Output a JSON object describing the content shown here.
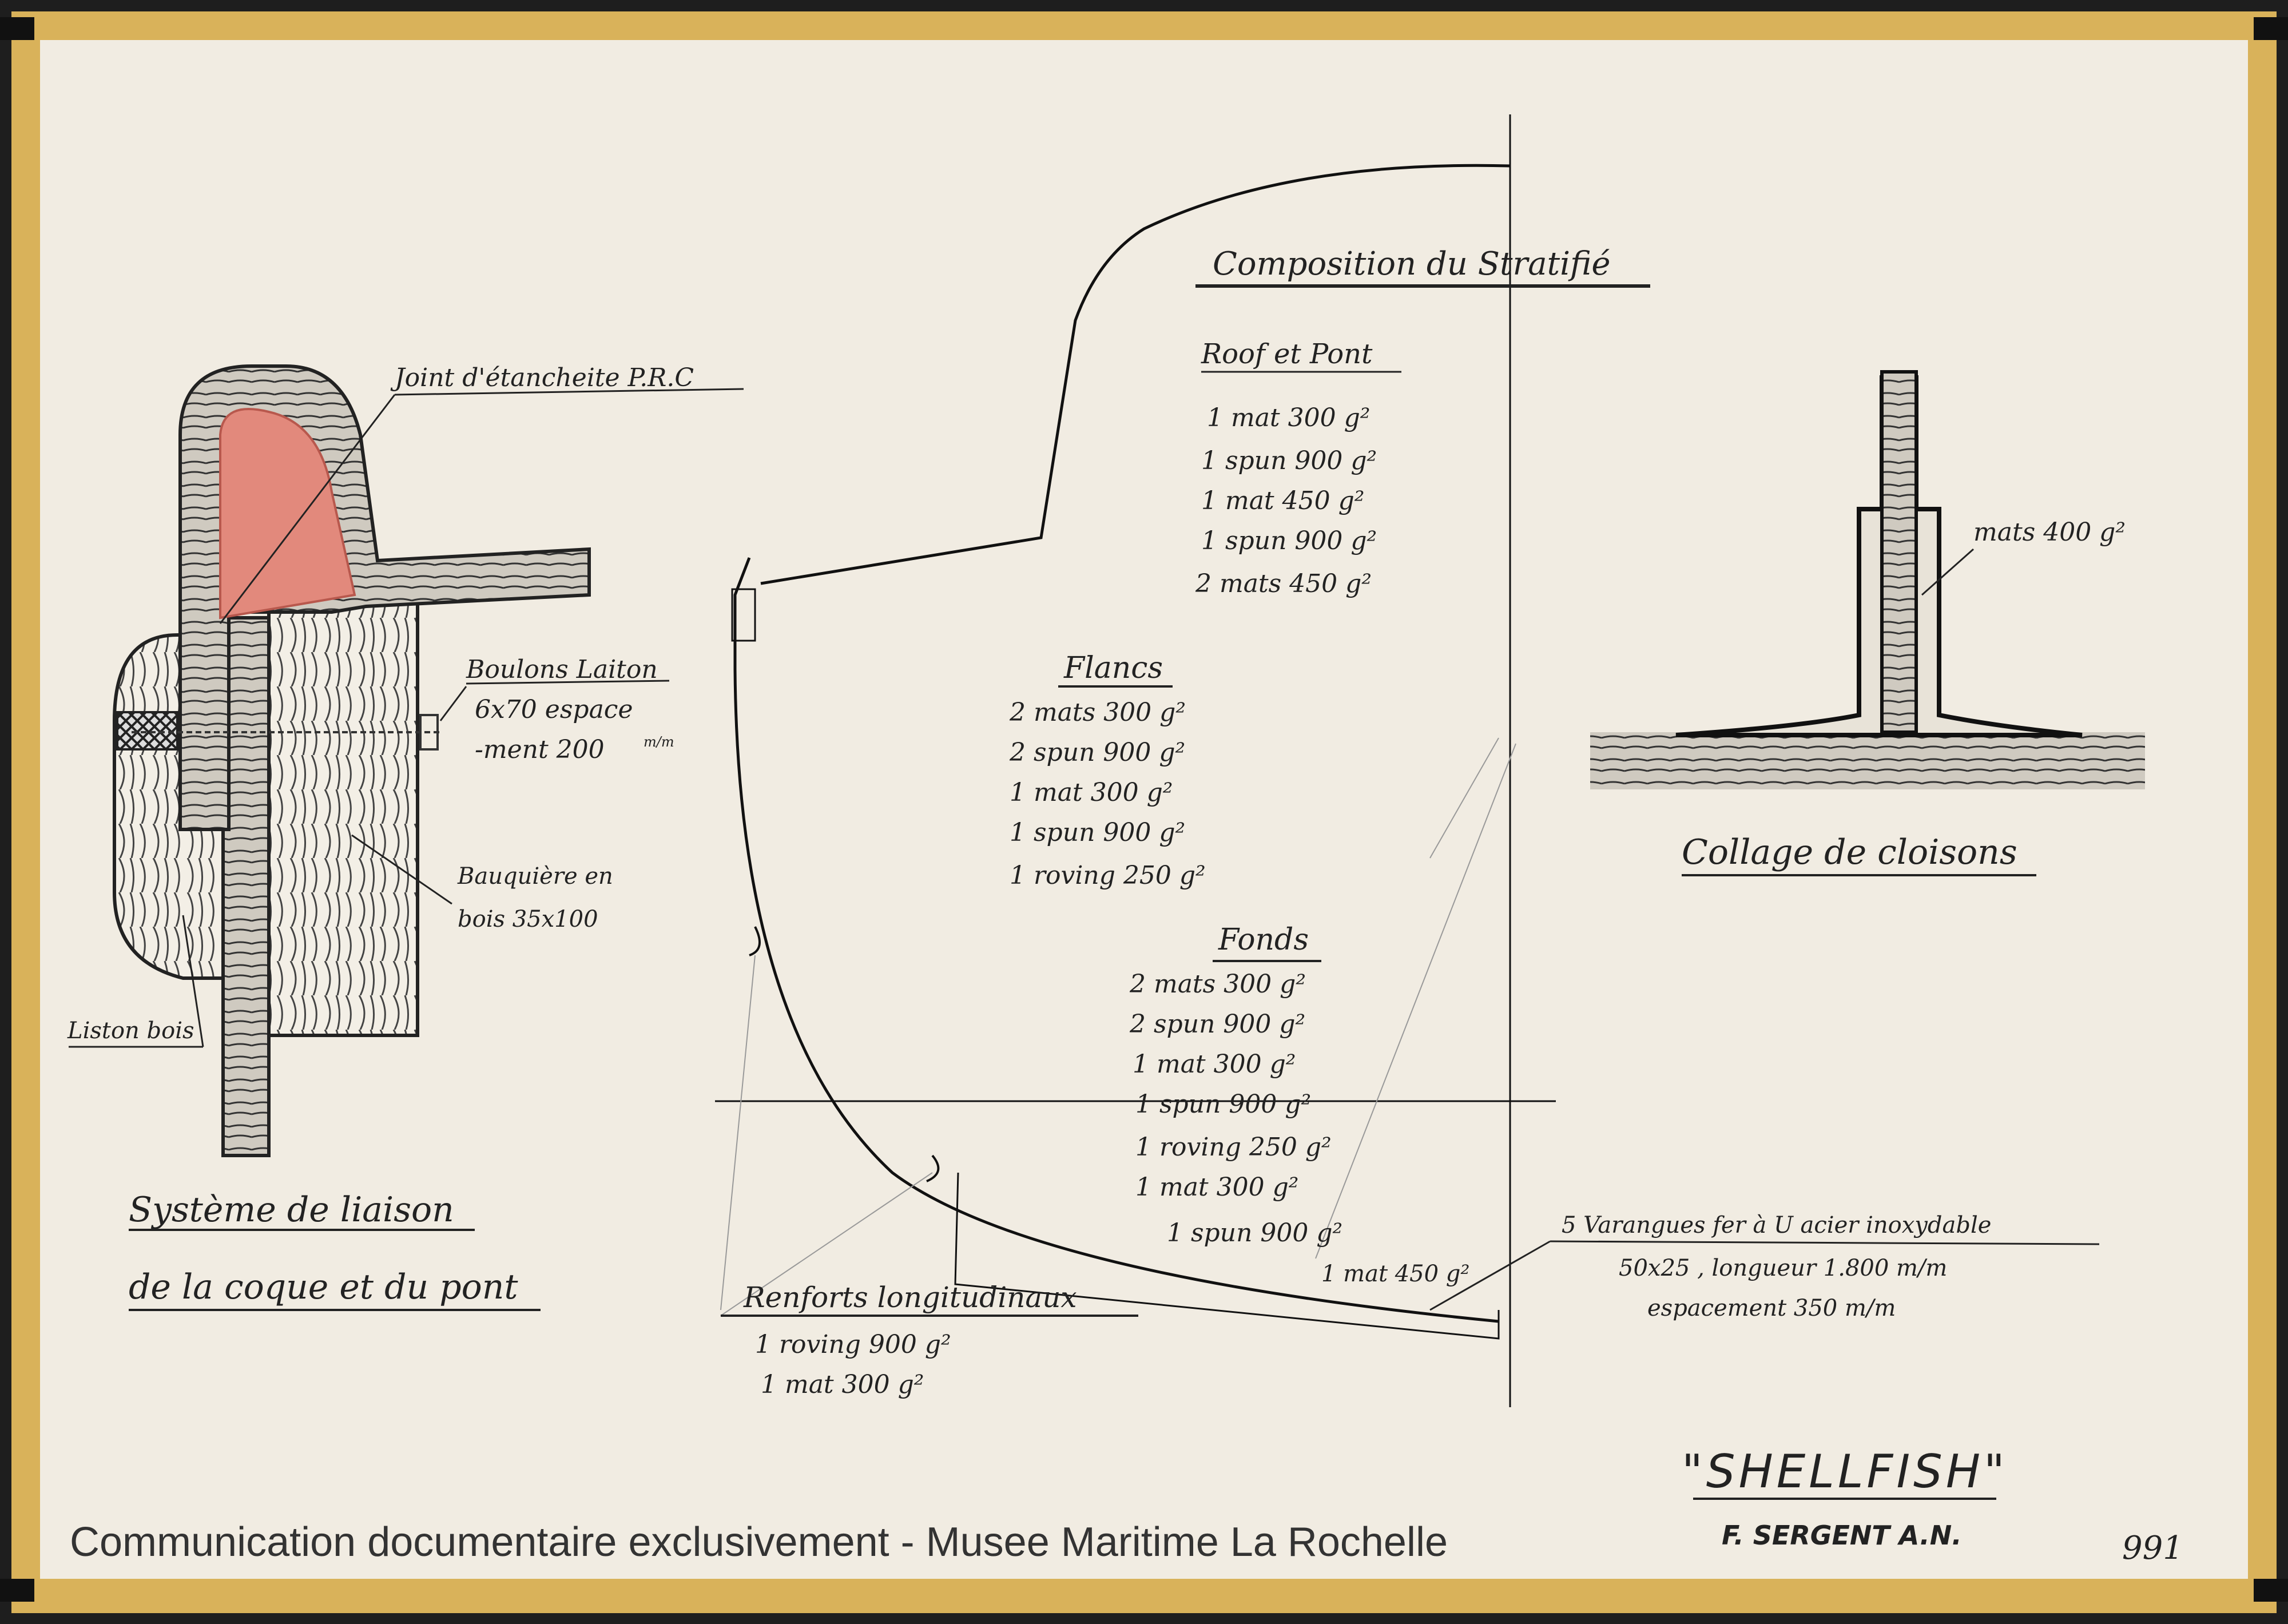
{
  "colors": {
    "paper": "#f1ece2",
    "tape": "#d9b25a",
    "ink": "#1c1c1c",
    "joint": "#e2897c"
  },
  "left_detail": {
    "joint_label": "Joint d'étancheite P.R.C",
    "bolts_title": "Boulons Laiton",
    "bolts_line1": "6x70 espace",
    "bolts_line2": "-ment 200",
    "bolts_unit": "m/m",
    "bauquiere_line1": "Bauquière en",
    "bauquiere_line2": "bois 35x100",
    "liston": "Liston bois",
    "caption_line1": "Système de liaison",
    "caption_line2": "de la coque et du pont"
  },
  "laminate": {
    "title": "Composition du Stratifié",
    "roof": {
      "heading": "Roof et Pont",
      "items": [
        "1 mat 300 g²",
        "1 spun 900 g²",
        "1 mat 450 g²",
        "1 spun 900 g²",
        "2 mats 450 g²"
      ]
    },
    "flancs": {
      "heading": "Flancs",
      "items": [
        "2 mats 300 g²",
        "2 spun 900 g²",
        "1 mat 300 g²",
        "1 spun 900 g²",
        "1 roving 250 g²"
      ]
    },
    "fonds": {
      "heading": "Fonds",
      "items": [
        "2 mats 300 g²",
        "2 spun 900 g²",
        "1 mat 300 g²",
        "1 spun 900 g²",
        "1 roving 250 g²",
        "1 mat 300 g²",
        "1 spun 900 g²"
      ]
    },
    "last_mat": "1 mat 450 g²",
    "renforts": {
      "heading": "Renforts longitudinaux",
      "items": [
        "1 roving 900 g²",
        "1 mat 300 g²"
      ]
    },
    "varangues_line1": "5  Varangues fer à U acier inoxydable",
    "varangues_line2": "50x25 , longueur 1.800 m/m",
    "varangues_line3": "espacement 350 m/m"
  },
  "right_detail": {
    "mats_label": "mats 400 g²",
    "caption": "Collage de cloisons"
  },
  "title_block": {
    "name": "\"SHELLFISH\"",
    "designer": "F. SERGENT A.N.",
    "number": "991"
  },
  "watermark": "Communication documentaire exclusivement - Musee Maritime La Rochelle"
}
